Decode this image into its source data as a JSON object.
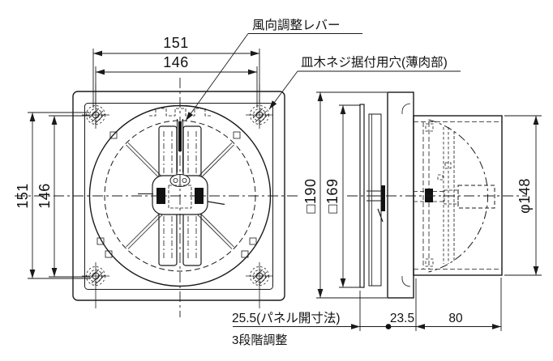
{
  "callouts": {
    "lever": "風向調整レバー",
    "screw_hole": "皿木ネジ据付用穴(薄肉部)"
  },
  "dims": {
    "front_top_outer": "151",
    "front_top_inner": "146",
    "front_left_outer": "151",
    "front_left_inner": "146",
    "side_outer_square": "□190",
    "side_inner_square": "□169",
    "duct_diameter": "φ148",
    "panel_opening": "25.5(パネル開寸法)",
    "mid_depth": "23.5",
    "duct_length": "80",
    "note": "3段階調整"
  },
  "colors": {
    "line": "#1a1a1a",
    "background": "#ffffff"
  }
}
